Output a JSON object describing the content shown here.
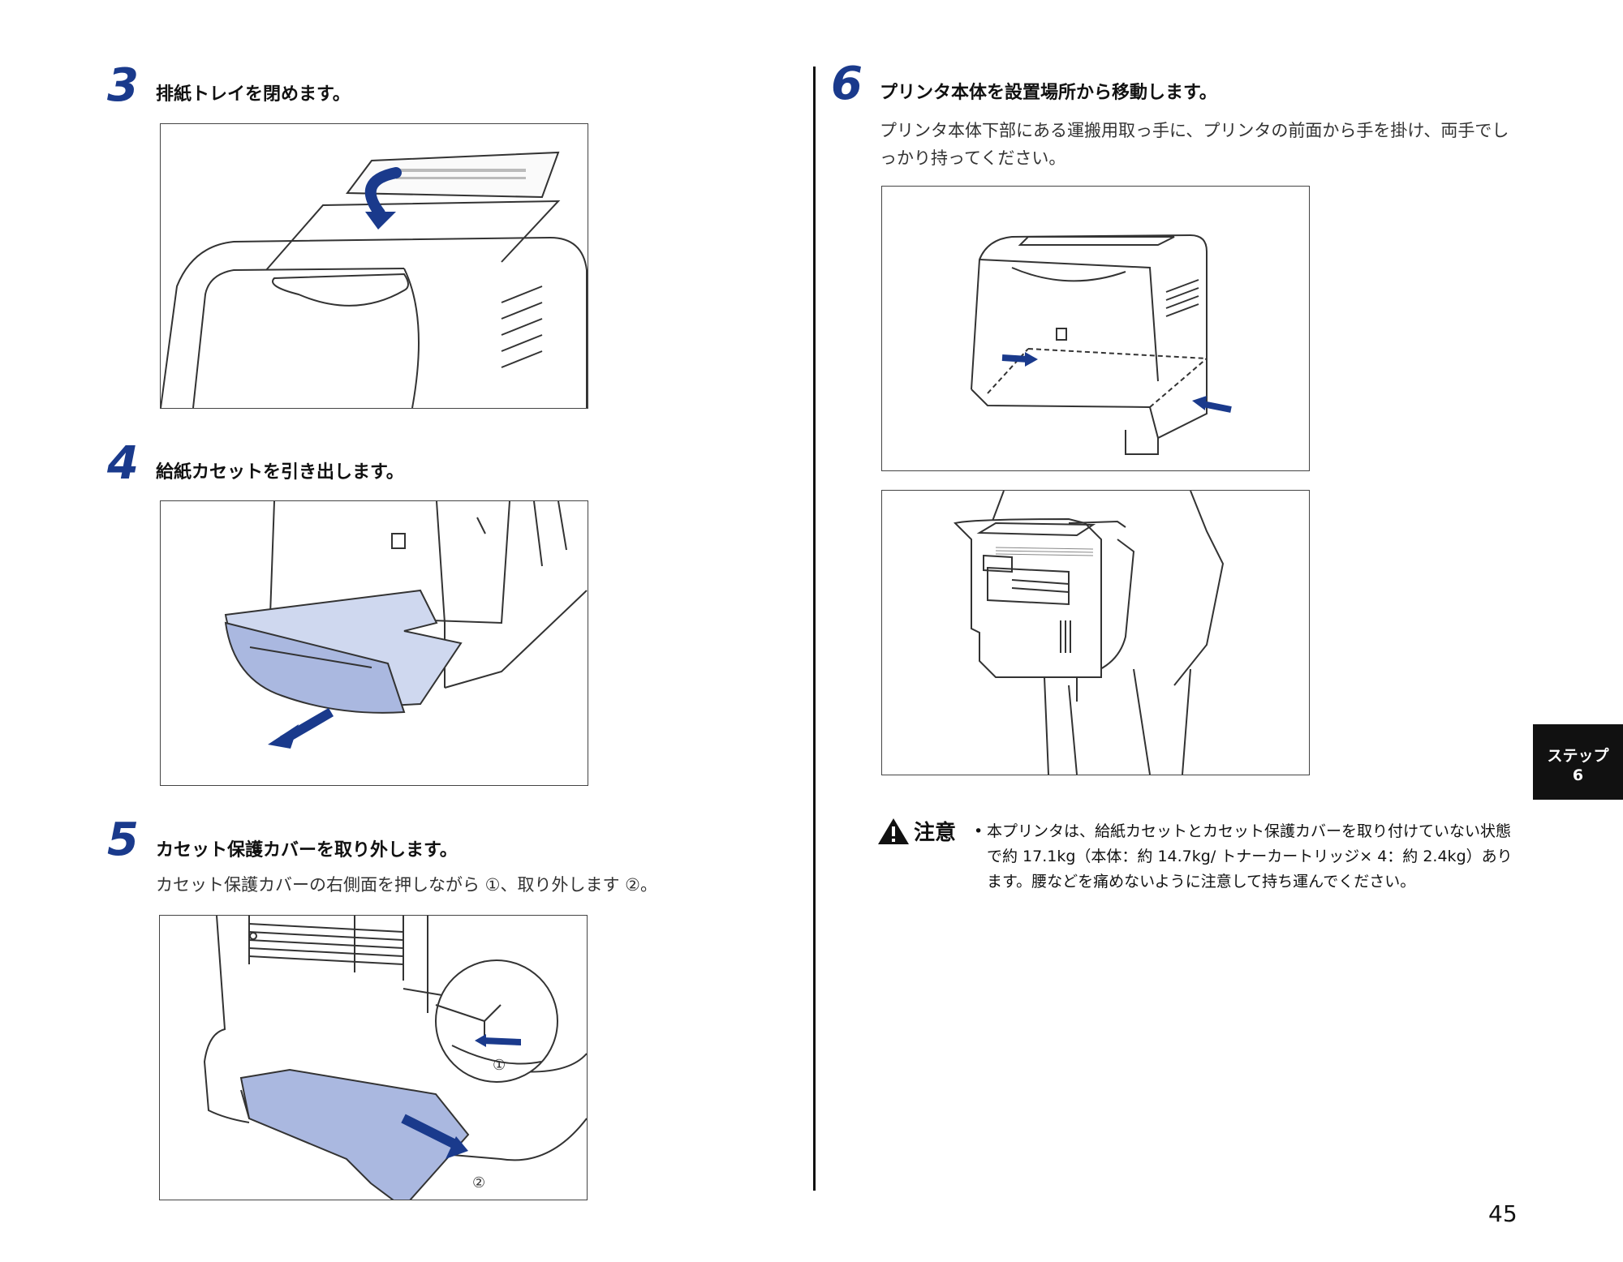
{
  "steps": [
    {
      "num": "3",
      "title": "排紙トレイを閉めます。"
    },
    {
      "num": "4",
      "title": "給紙カセットを引き出します。"
    },
    {
      "num": "5",
      "title": "カセット保護カバーを取り外します。",
      "text": "カセット保護カバーの右側面を押しながら ①、取り外します ②。"
    },
    {
      "num": "6",
      "title": "プリンタ本体を設置場所から移動します。",
      "text": "プリンタ本体下部にある運搬用取っ手に、プリンタの前面から手を掛け、両手でしっかり持ってください。"
    }
  ],
  "figure_labels": {
    "callout_1": "①",
    "callout_2": "②"
  },
  "caution": {
    "label": "注意",
    "bullet": "•",
    "text": "本プリンタは、給紙カセットとカセット保護カバーを取り付けていない状態で約 17.1kg（本体：約 14.7kg/ トナーカートリッジ× 4：約 2.4kg）あります。腰などを痛めないように注意して持ち運んでください。"
  },
  "side_tab": {
    "line1": "ステップ",
    "line2": "6"
  },
  "page_number": "45",
  "colors": {
    "accent_blue": "#1a3a8c",
    "cover_blue": "#aab8e0"
  }
}
